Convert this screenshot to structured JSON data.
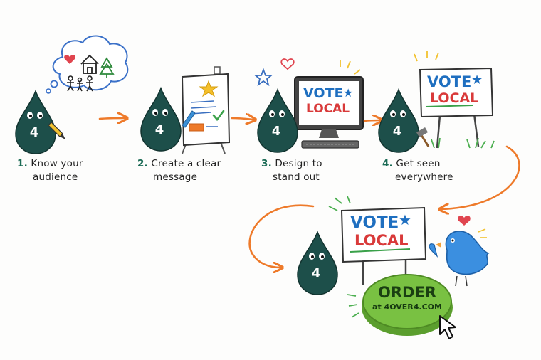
{
  "steps": [
    {
      "number": "1.",
      "text_line1": "Know your",
      "text_line2": "audience"
    },
    {
      "number": "2.",
      "text_line1": "Create a clear",
      "text_line2": "message"
    },
    {
      "number": "3.",
      "text_line1": "Design to",
      "text_line2": "stand out"
    },
    {
      "number": "4.",
      "text_line1": "Get seen",
      "text_line2": "everywhere"
    }
  ],
  "mascot_number": "4",
  "sign": {
    "line1": "VOTE",
    "line2": "LOCAL"
  },
  "cta": {
    "line1": "ORDER",
    "line2": "at 4OVER4.COM"
  },
  "colors": {
    "mascot": "#1d4f4a",
    "arrow": "#ee7a2a",
    "vote_blue": "#1f6fc0",
    "local_red": "#d93a3a",
    "cta_green": "#79c142",
    "bird_blue": "#3b8fe0",
    "heart": "#e0454f"
  },
  "icons": [
    "thought-bubble-icon",
    "heart-icon",
    "house-icon",
    "tree-icon",
    "people-icon",
    "pencil-icon",
    "star-icon",
    "checkmark-icon",
    "computer-monitor-icon",
    "keyboard-icon",
    "hammer-icon",
    "bird-icon",
    "cursor-arrow-icon"
  ]
}
